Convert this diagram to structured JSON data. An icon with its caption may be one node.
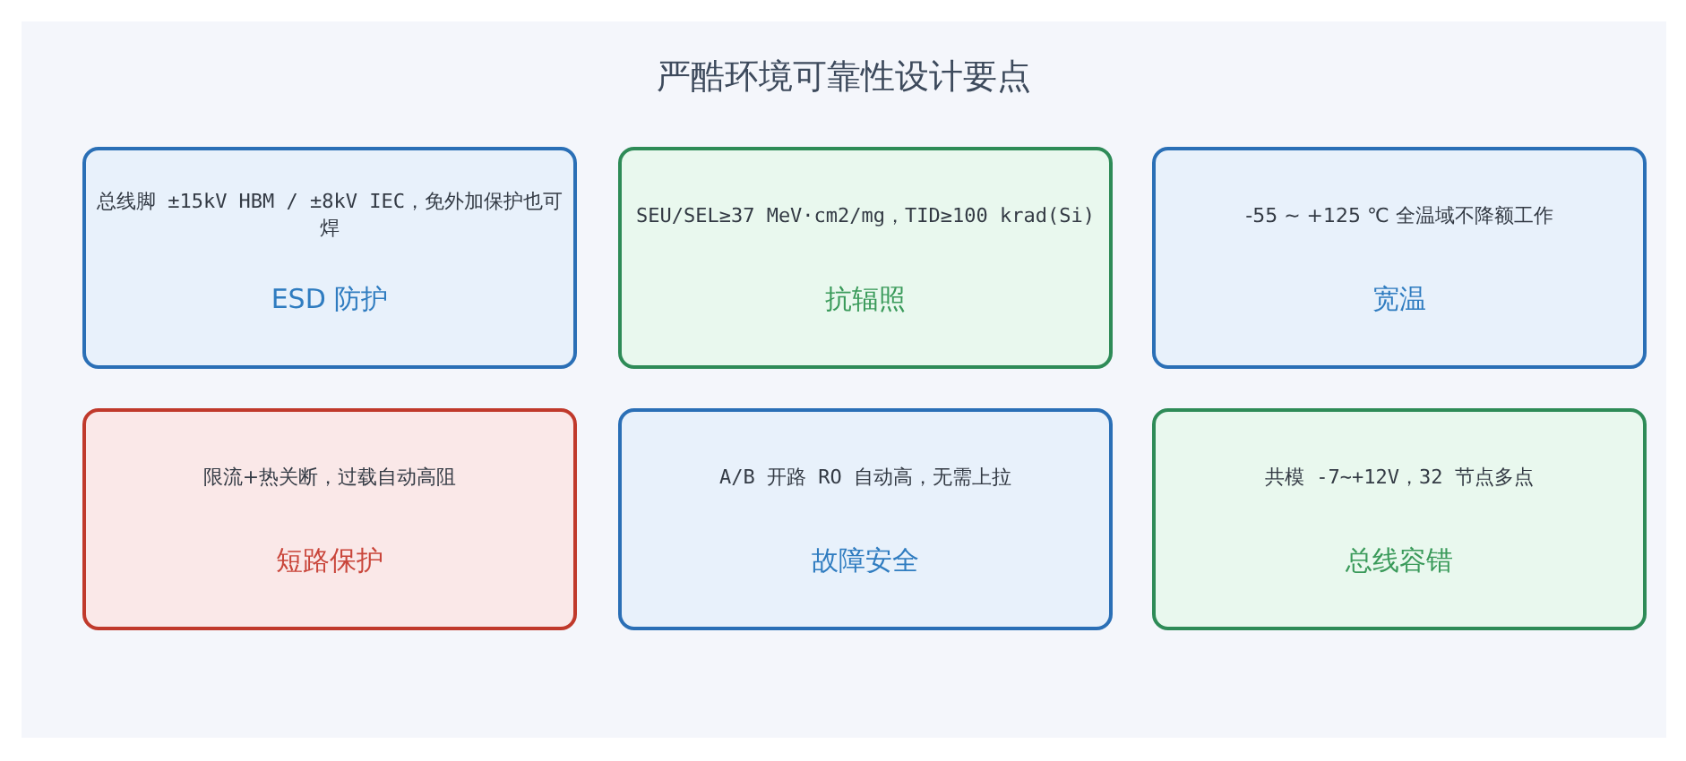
{
  "diagram": {
    "title": "严酷环境可靠性设计要点",
    "nodes": [
      {
        "text": [
          "总线脚 ±15kV HBM / ±8kV IEC，免外加保护也可焊",
          "ESD 防护"
        ]
      },
      {
        "text": [
          "SEU/SEL≥37 MeV·cm2/mg，TID≥100 krad(Si)",
          "抗辐照"
        ]
      },
      {
        "text": [
          "-55 ~ +125 ℃ 全温域不降额工作",
          "宽温"
        ]
      },
      {
        "text": [
          "限流+热关断，过载自动高阻",
          "短路保护"
        ]
      },
      {
        "text": [
          "A/B 开路 RO 自动高，无需上拉",
          "故障安全"
        ]
      },
      {
        "text": [
          "共模 -7~+12V，32 节点多点",
          "总线容错"
        ]
      }
    ]
  }
}
